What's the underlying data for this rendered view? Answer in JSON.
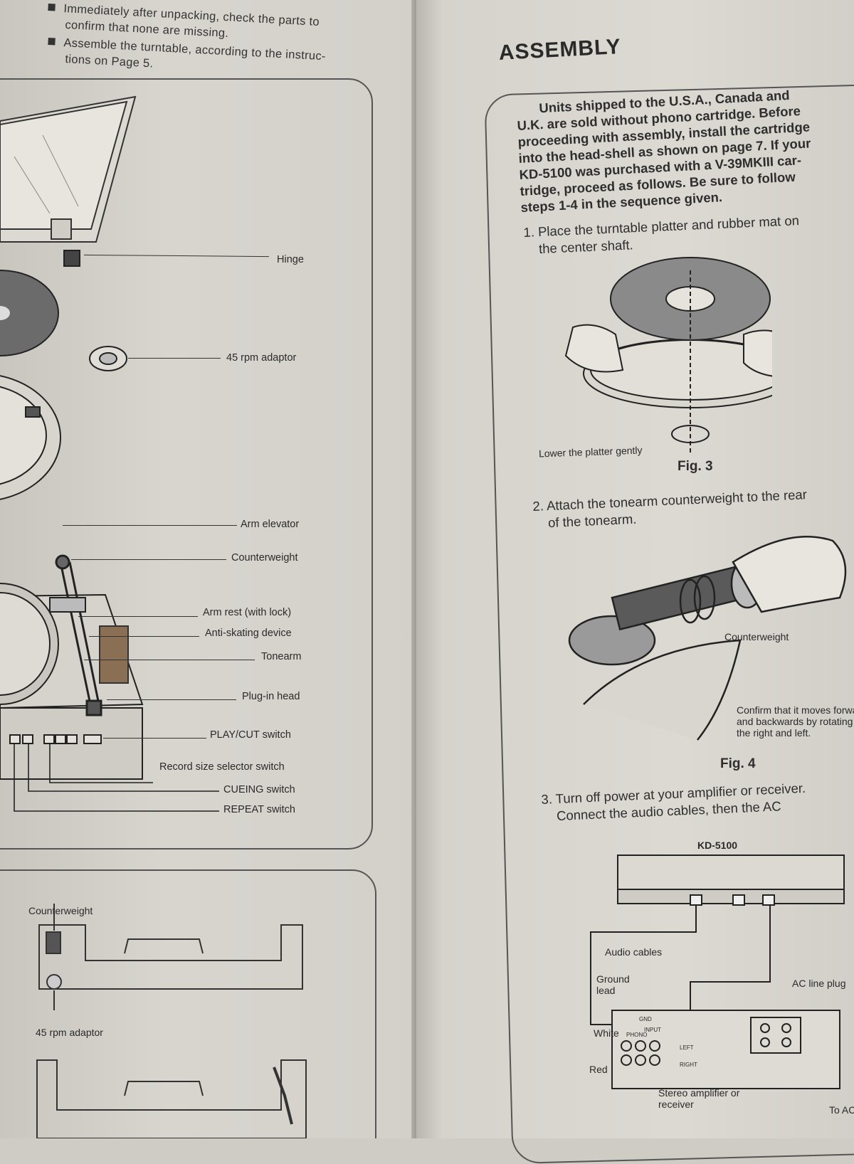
{
  "left_page": {
    "bullets": [
      "Immediately after unpacking, check the parts to",
      "confirm that none are missing.",
      "Assemble the turntable, according to the instruc-",
      "tions on Page 5."
    ],
    "parts_labels": {
      "hinge": "Hinge",
      "adaptor": "45 rpm adaptor",
      "arm_elevator": "Arm elevator",
      "counterweight": "Counterweight",
      "arm_rest": "Arm rest (with lock)",
      "anti_skating": "Anti-skating device",
      "tonearm": "Tonearm",
      "plug_in_head": "Plug-in head",
      "play_cut": "PLAY/CUT switch",
      "record_size": "Record size selector switch",
      "cueing": "CUEING switch",
      "repeat": "REPEAT switch"
    },
    "box_labels": {
      "counterweight": "Counterweight",
      "adaptor": "45 rpm adaptor"
    }
  },
  "right_page": {
    "title": "ASSEMBLY",
    "intro_lines": [
      "      Units shipped to the U.S.A., Canada and",
      "U.K. are sold without phono cartridge. Before",
      "proceeding with assembly, install the cartridge",
      "into the head-shell as shown on page 7. If your",
      "KD-5100 was purchased with a V-39MKIII car-",
      "tridge, proceed as follows. Be sure to follow",
      "steps 1-4 in the sequence given."
    ],
    "step1": "1. Place the turntable platter and rubber mat on\n    the center shaft.",
    "fig3_caption": "Lower the platter gently",
    "fig3_label": "Fig. 3",
    "step2": "2. Attach the tonearm counterweight to the rear\n    of the tonearm.",
    "fig4_counterweight": "Counterweight",
    "fig4_confirm": "Confirm that it moves forward\nand backwards by rotating it to\nthe right and left.",
    "fig4_label": "Fig. 4",
    "step3": "3. Turn off power at your amplifier or receiver.\n    Connect the audio cables, then the AC",
    "fig5": {
      "model": "KD-5100",
      "audio_cables": "Audio cables",
      "ground_lead": "Ground\nlead",
      "ac_line_plug": "AC line plug",
      "white": "White",
      "red": "Red",
      "gnd": "GND",
      "phono": "PHONO",
      "input": "INPUT",
      "left": "LEFT",
      "right": "RIGHT",
      "amp": "Stereo amplifier or\nreceiver",
      "to_ac": "To AC"
    }
  }
}
